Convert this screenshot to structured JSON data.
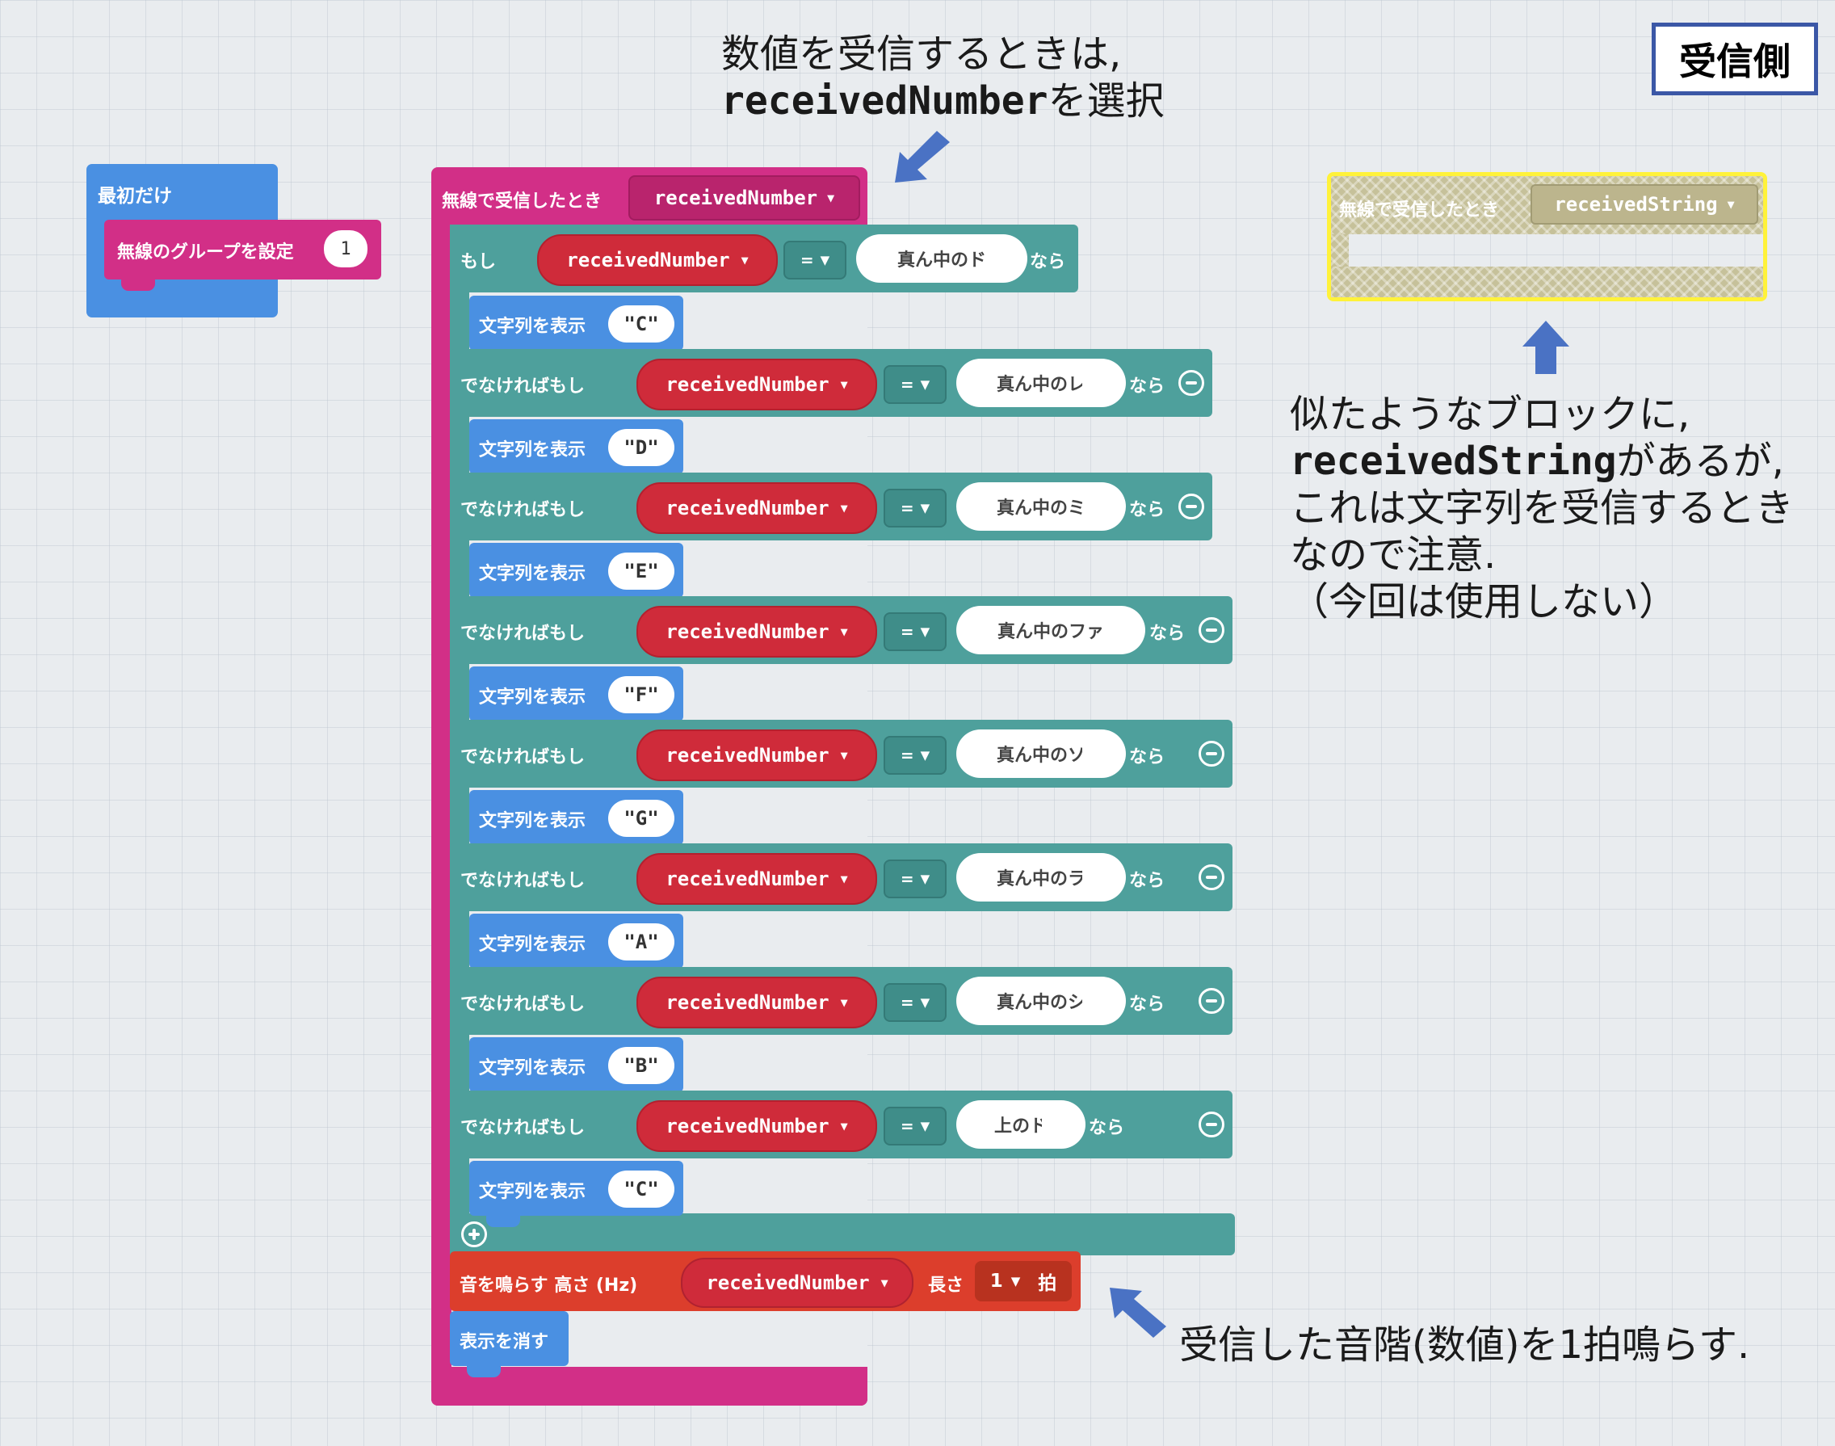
{
  "badge": "受信側",
  "annotations": {
    "top_line1": "数値を受信するときは,",
    "top_mono": "receivedNumber",
    "top_tail": "を選択",
    "right_line1": "似たようなブロックに,",
    "right_mono": "receivedString",
    "right_tail": "があるが,",
    "right_line3": "これは文字列を受信するとき",
    "right_line4": "なので注意.",
    "right_line5": "（今回は使用しない）",
    "bottom": "受信した音階(数値)を1拍鳴らす."
  },
  "on_start": {
    "label": "最初だけ",
    "set_group_label": "無線のグループを設定",
    "group_value": "1"
  },
  "on_received": {
    "label": "無線で受信したとき",
    "var": "receivedNumber"
  },
  "if_block": {
    "if_label": "もし",
    "elseif_label": "でなければもし",
    "then_label": "なら",
    "op": "=",
    "var": "receivedNumber",
    "show_string_label": "文字列を表示",
    "branches": [
      {
        "note": "真ん中のド",
        "show": "\"C\""
      },
      {
        "note": "真ん中のレ",
        "show": "\"D\""
      },
      {
        "note": "真ん中のミ",
        "show": "\"E\""
      },
      {
        "note": "真ん中のファ",
        "show": "\"F\""
      },
      {
        "note": "真ん中のソ",
        "show": "\"G\""
      },
      {
        "note": "真ん中のラ",
        "show": "\"A\""
      },
      {
        "note": "真ん中のシ",
        "show": "\"B\""
      },
      {
        "note": "上のド",
        "show": "\"C\""
      }
    ]
  },
  "play_tone": {
    "label": "音を鳴らす 高さ (Hz)",
    "var": "receivedNumber",
    "length_label": "長さ",
    "beats": "1",
    "beat_unit": "拍"
  },
  "clear": {
    "label": "表示を消す"
  },
  "disabled_block": {
    "label": "無線で受信したとき",
    "var": "receivedString"
  },
  "colors": {
    "radio": "#d22f87",
    "logic": "#4ea09c",
    "basic": "#4a90e2",
    "music": "#dc3e2c",
    "arrow": "#4a72c4"
  }
}
